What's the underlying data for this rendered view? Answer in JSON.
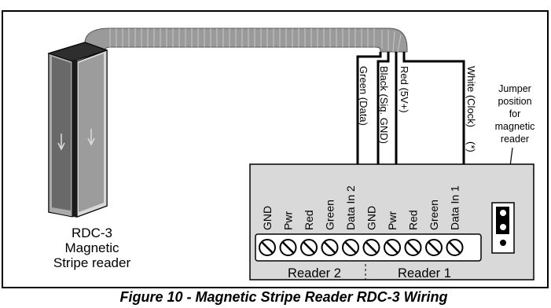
{
  "reader": {
    "label_line1": "RDC-3",
    "label_line2": "Magnetic",
    "label_line3": "Stripe reader"
  },
  "wires": [
    {
      "label": "Green (Data)",
      "color": "#000000"
    },
    {
      "label": "Black (Sig. GND)",
      "color": "#000000"
    },
    {
      "label": "Red (5V+)",
      "color": "#000000"
    },
    {
      "label": "White (Clock)",
      "color": "#000000"
    }
  ],
  "wire_note": "(*)",
  "jumper": {
    "label_lines": [
      "Jumper",
      "position",
      "for",
      "magnetic",
      "reader"
    ]
  },
  "terminals": [
    {
      "label": "GND"
    },
    {
      "label": "Pwr"
    },
    {
      "label": "Red"
    },
    {
      "label": "Green"
    },
    {
      "label": "Data In 2"
    },
    {
      "label": "GND"
    },
    {
      "label": "Pwr"
    },
    {
      "label": "Red"
    },
    {
      "label": "Green"
    },
    {
      "label": "Data In 1"
    }
  ],
  "groups": {
    "reader2": "Reader 2",
    "reader1": "Reader 1"
  },
  "caption": "Figure 10 - Magnetic Stripe Reader RDC-3 Wiring",
  "colors": {
    "board_fill": "#d9d9d9",
    "cable_fill": "#9a9a9a",
    "reader_body": "#cfcfcf",
    "reader_dark": "#3a3a3a"
  }
}
